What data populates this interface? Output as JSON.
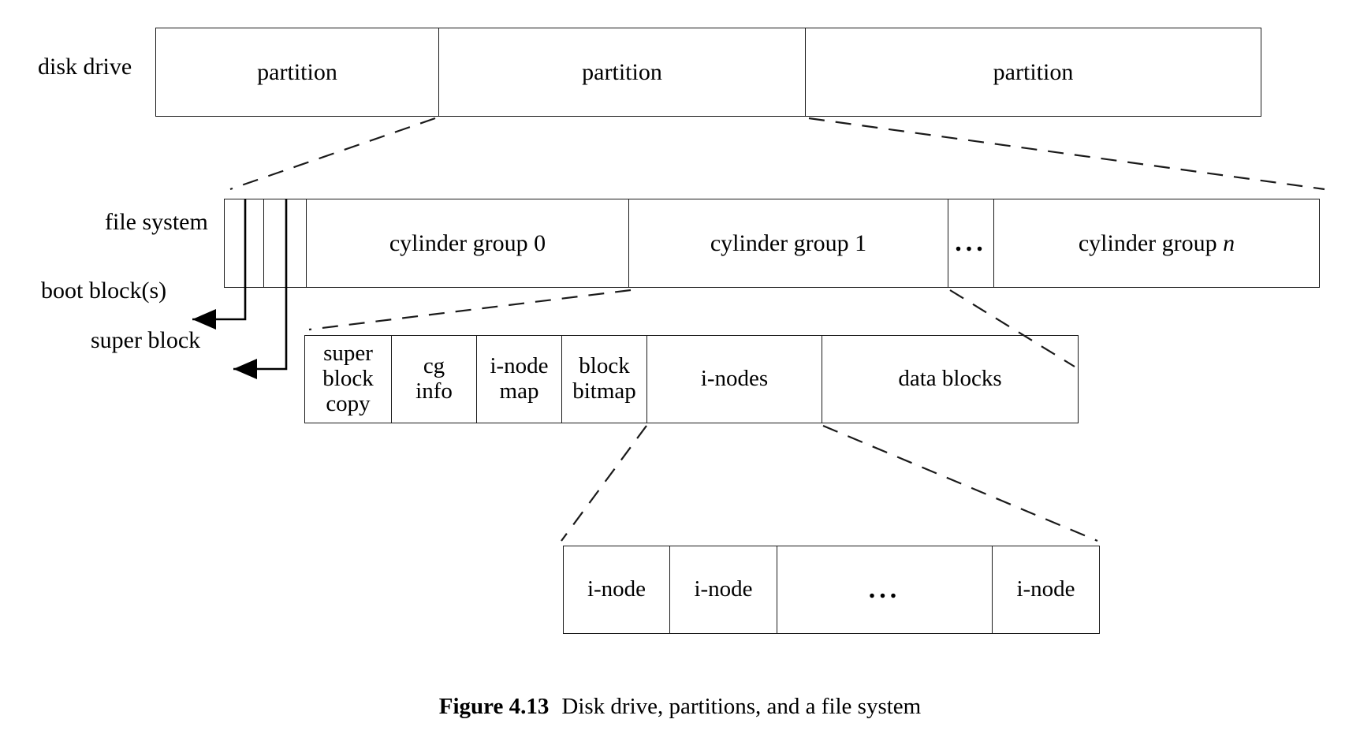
{
  "figure": {
    "number_label": "Figure 4.13",
    "caption_text": "Disk drive, partitions, and a file system"
  },
  "rows": {
    "disk_drive": {
      "row_label": "disk drive",
      "cells": [
        {
          "label": "partition"
        },
        {
          "label": "partition"
        },
        {
          "label": "partition"
        }
      ]
    },
    "file_system": {
      "row_label": "file system",
      "cells": [
        {
          "label": ""
        },
        {
          "label": ""
        },
        {
          "label": "cylinder group 0"
        },
        {
          "label": "cylinder group 1"
        },
        {
          "label": "..."
        },
        {
          "label": "cylinder group n"
        }
      ],
      "cylinder_group_n_prefix": "cylinder group ",
      "cylinder_group_n_suffix": "n",
      "ellipsis": "..."
    },
    "cylinder_group": {
      "cells": [
        {
          "label": "super\nblock\ncopy",
          "line1": "super",
          "line2": "block",
          "line3": "copy"
        },
        {
          "label": "cg\ninfo",
          "line1": "cg",
          "line2": "info"
        },
        {
          "label": "i-node\nmap",
          "line1": "i-node",
          "line2": "map"
        },
        {
          "label": "block\nbitmap",
          "line1": "block",
          "line2": "bitmap"
        },
        {
          "label": "i-nodes"
        },
        {
          "label": "data blocks"
        }
      ]
    },
    "inode_table": {
      "cells": [
        {
          "label": "i-node"
        },
        {
          "label": "i-node"
        },
        {
          "label": "..."
        },
        {
          "label": "i-node"
        }
      ],
      "ellipsis": "..."
    }
  },
  "callouts": [
    {
      "label": "boot block(s)"
    },
    {
      "label": "super block"
    }
  ],
  "colors": {
    "stroke": "#1a1a1a",
    "background": "#ffffff",
    "text": "#000000"
  }
}
